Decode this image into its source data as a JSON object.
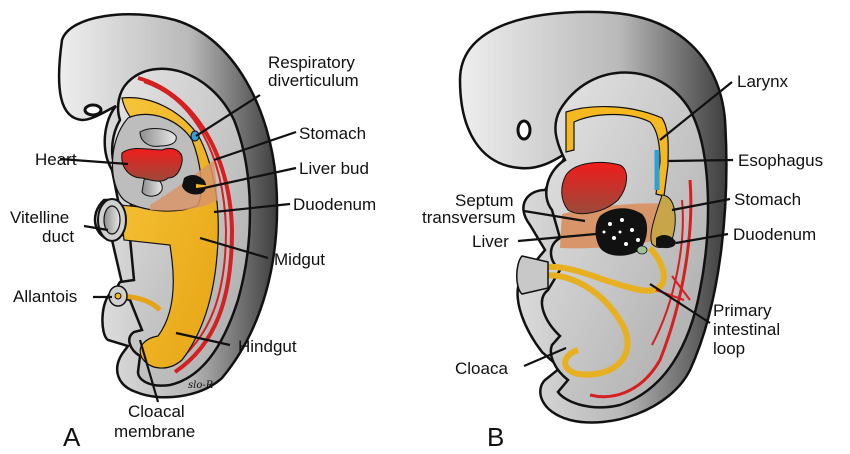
{
  "figure": {
    "panels": [
      {
        "id": "A",
        "letter": "A",
        "labels": {
          "respiratory_1": "Respiratory",
          "respiratory_2": "diverticulum",
          "stomach": "Stomach",
          "heart": "Heart",
          "liver_bud": "Liver bud",
          "duodenum": "Duodenum",
          "vitelline_1": "Vitelline",
          "vitelline_2": "duct",
          "midgut": "Midgut",
          "allantois": "Allantois",
          "hindgut": "Hindgut",
          "cloacal_1": "Cloacal",
          "cloacal_2": "membrane"
        },
        "signature": "slo-R"
      },
      {
        "id": "B",
        "letter": "B",
        "labels": {
          "larynx": "Larynx",
          "esophagus": "Esophagus",
          "septum_1": "Septum",
          "septum_2": "transversum",
          "stomach": "Stomach",
          "liver": "Liver",
          "duodenum": "Duodenum",
          "primary_1": "Primary",
          "primary_2": "intestinal",
          "primary_3": "loop",
          "cloaca": "Cloaca"
        }
      }
    ],
    "colors": {
      "body_light": "#d4d4d4",
      "body_dark": "#555555",
      "gut_yellow": "#f5b820",
      "heart_red": "#e32222",
      "vessel_red": "#d42020",
      "respiratory_blue": "#2f9fd8",
      "septum_tan": "#d9956a",
      "liver_black": "#111111"
    }
  }
}
